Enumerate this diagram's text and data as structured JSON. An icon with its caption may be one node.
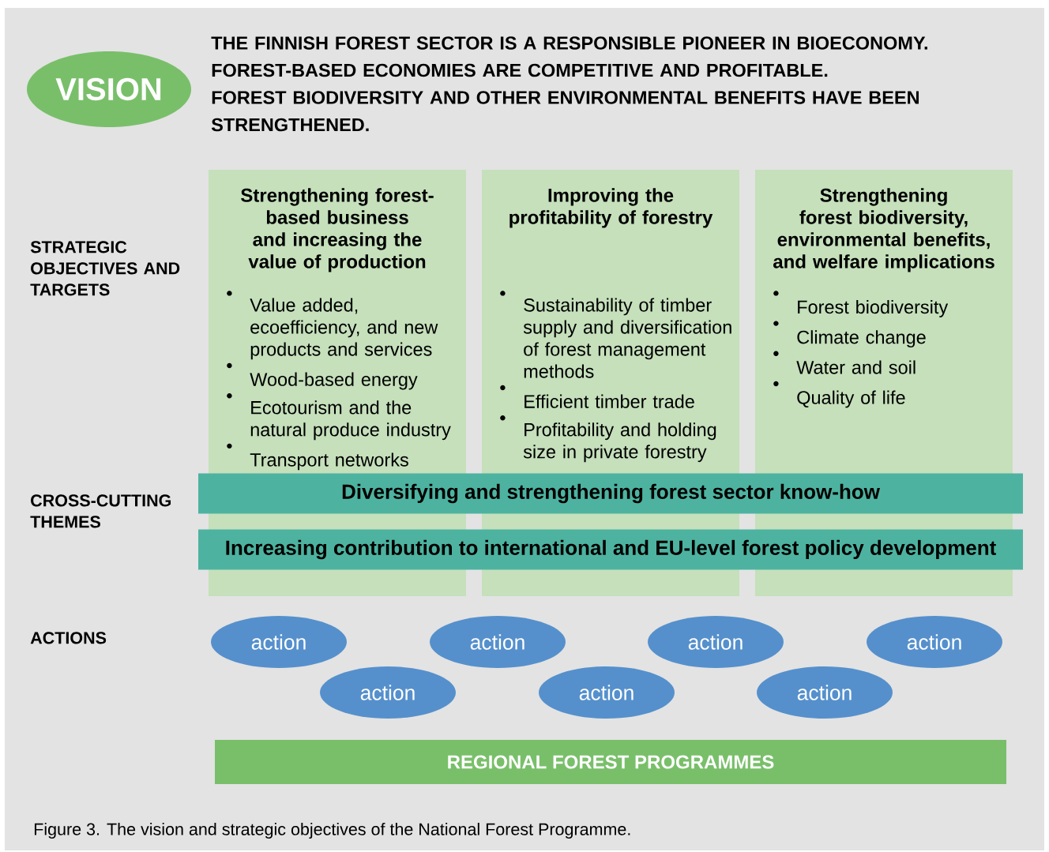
{
  "diagram": {
    "caption": "Figure 3. The vision and strategic objectives of the National Forest Programme.",
    "nodes": [
      {
        "text": [
          "VISION"
        ],
        "beside": [
          "THE FINNISH FOREST SECTOR IS A RESPONSIBLE PIONEER IN BIOECONOMY.",
          "FOREST-BASED ECONOMIES ARE COMPETITIVE AND PROFITABLE.",
          "FOREST BIODIVERSITY AND OTHER ENVIRONMENTAL BENEFITS HAVE BEEN STRENGTHENED."
        ]
      },
      {
        "text": [
          "Strengthening forest-based business and increasing the value of production",
          "Value added, ecoefficiency, and new products and services",
          "Wood-based energy",
          "Ecotourism and the natural produce industry",
          "Transport networks"
        ]
      },
      {
        "text": [
          "Improving the profitability of forestry",
          "Sustainability of timber supply and diversification of forest management methods",
          "Efficient timber trade",
          "Profitability and holding size in private forestry"
        ]
      },
      {
        "text": [
          "Strengthening forest biodiversity, environmental benefits, and welfare implications",
          "Forest biodiversity",
          "Climate change",
          "Water and soil",
          "Quality of life"
        ]
      },
      {
        "text": [
          "Diversifying and strengthening forest sector know-how"
        ]
      },
      {
        "text": [
          "Increasing contribution to international and EU-level forest policy development"
        ]
      },
      {
        "text": [
          "action"
        ]
      },
      {
        "text": [
          "action"
        ]
      },
      {
        "text": [
          "action"
        ]
      },
      {
        "text": [
          "action"
        ]
      },
      {
        "text": [
          "action"
        ]
      },
      {
        "text": [
          "action"
        ]
      },
      {
        "text": [
          "action"
        ]
      },
      {
        "text": [
          "REGIONAL FOREST PROGRAMMES"
        ]
      }
    ],
    "labels": [
      "STRATEGIC OBJECTIVES AND TARGETS",
      "CROSS-CUTTING THEMES",
      "ACTIONS"
    ]
  }
}
